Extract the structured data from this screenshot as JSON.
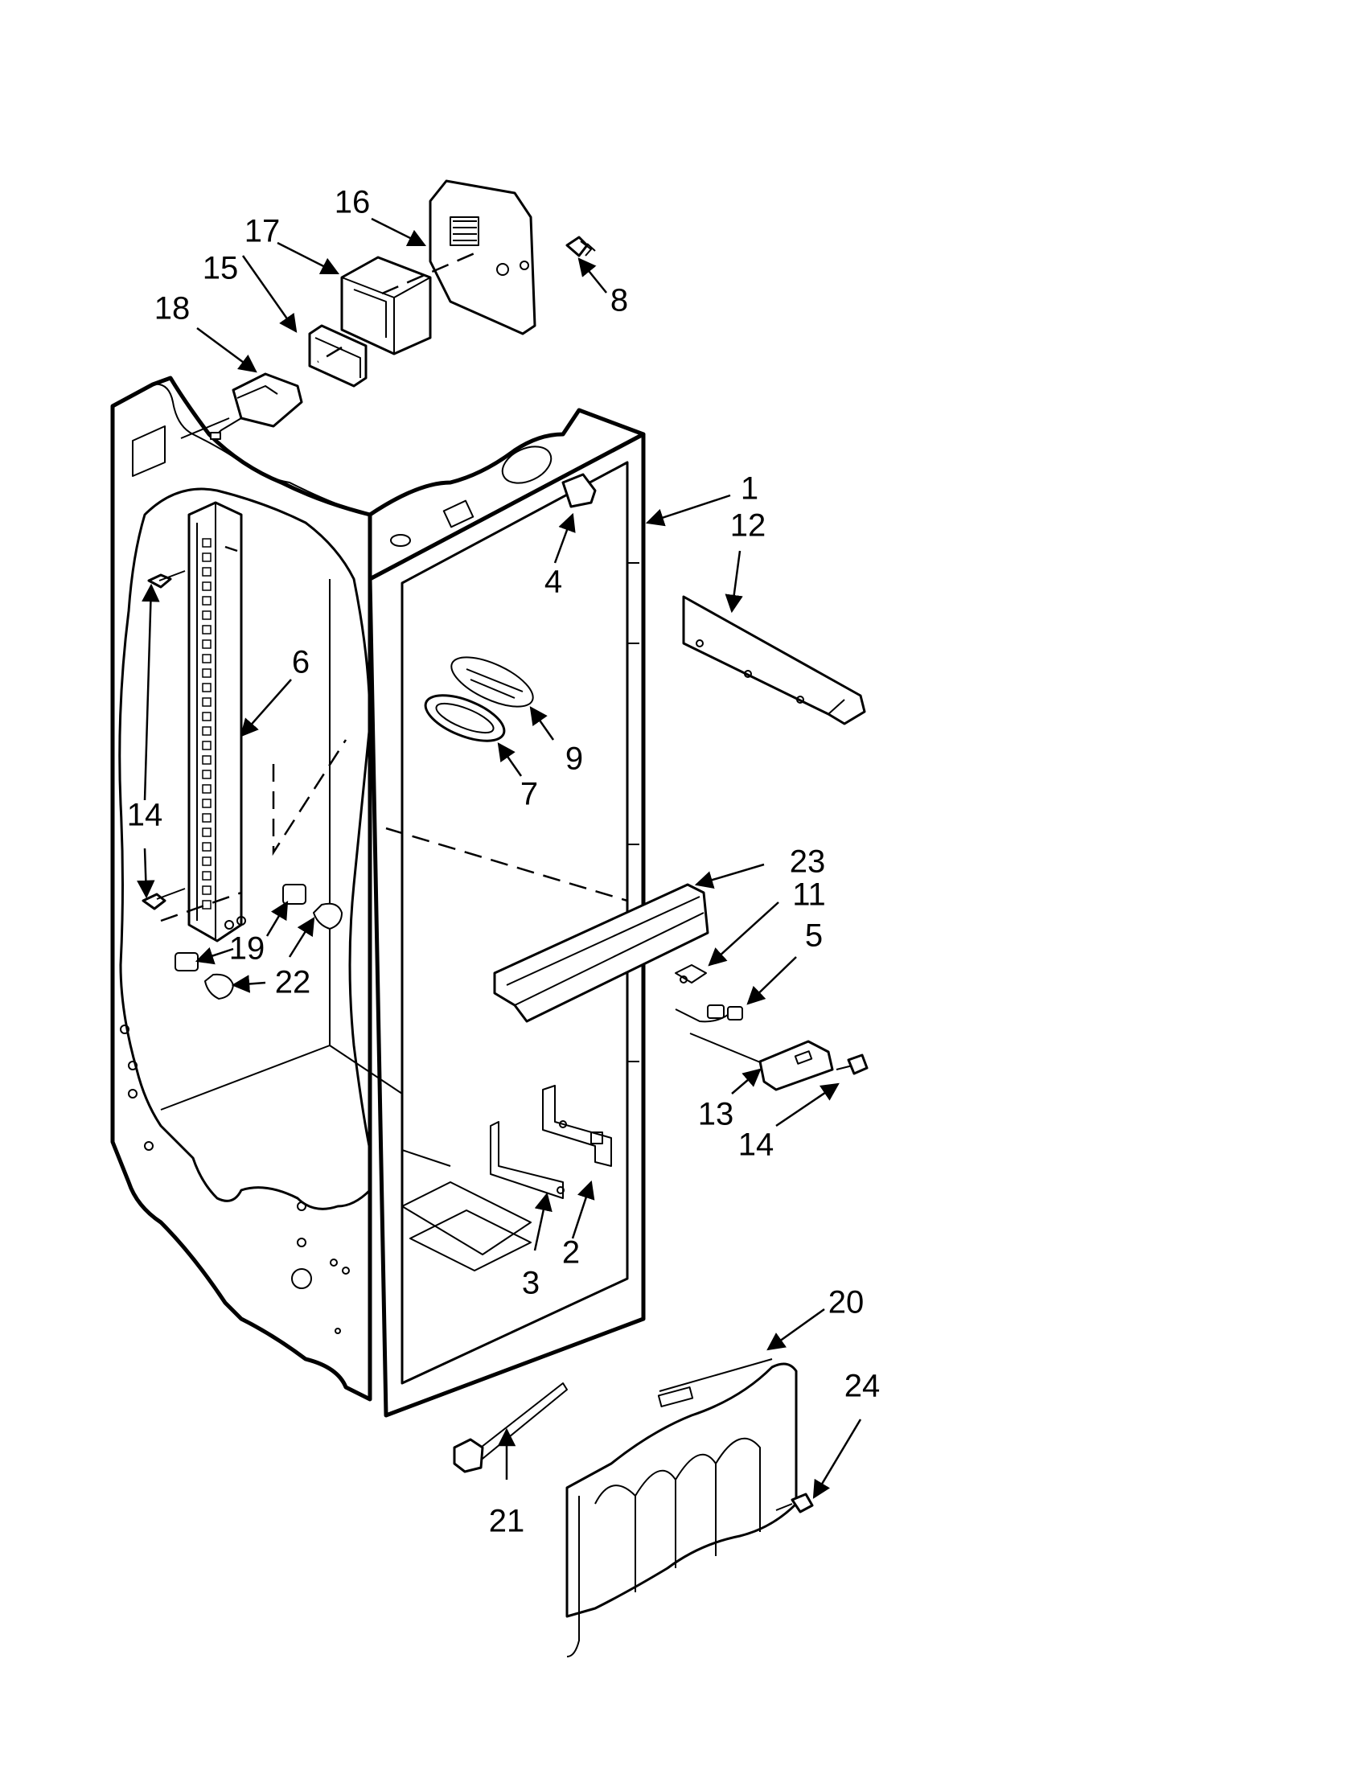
{
  "diagram": {
    "callouts": [
      {
        "id": "1",
        "text": "1"
      },
      {
        "id": "2",
        "text": "2"
      },
      {
        "id": "3",
        "text": "3"
      },
      {
        "id": "4",
        "text": "4"
      },
      {
        "id": "5",
        "text": "5"
      },
      {
        "id": "6",
        "text": "6"
      },
      {
        "id": "7",
        "text": "7"
      },
      {
        "id": "8",
        "text": "8"
      },
      {
        "id": "9",
        "text": "9"
      },
      {
        "id": "11",
        "text": "11"
      },
      {
        "id": "12",
        "text": "12"
      },
      {
        "id": "13",
        "text": "13"
      },
      {
        "id": "14a",
        "text": "14"
      },
      {
        "id": "14b",
        "text": "14"
      },
      {
        "id": "15",
        "text": "15"
      },
      {
        "id": "16",
        "text": "16"
      },
      {
        "id": "17",
        "text": "17"
      },
      {
        "id": "18",
        "text": "18"
      },
      {
        "id": "19",
        "text": "19"
      },
      {
        "id": "20",
        "text": "20"
      },
      {
        "id": "21",
        "text": "21"
      },
      {
        "id": "22",
        "text": "22"
      },
      {
        "id": "23",
        "text": "23"
      },
      {
        "id": "24",
        "text": "24"
      }
    ]
  }
}
